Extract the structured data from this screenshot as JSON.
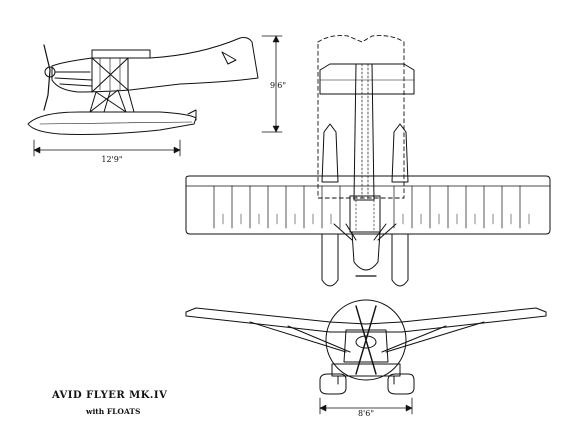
{
  "drawing": {
    "title": "AVID FLYER MK.IV",
    "subtitle": "with FLOATS",
    "dimensions": {
      "height": "9'6\"",
      "length": "12'9\"",
      "float_track": "8'6\""
    }
  }
}
